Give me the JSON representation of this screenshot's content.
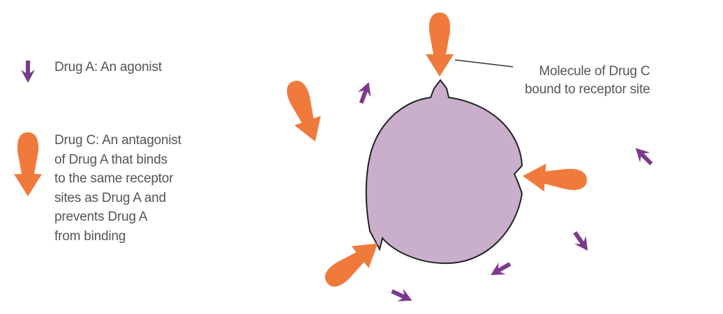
{
  "legend": {
    "drug_a": "Drug A: An agonist",
    "drug_c": "Drug C: An antagonist\n  of Drug A that binds\n  to the same receptor\n  sites as Drug A and\n  prevents Drug A\n  from binding"
  },
  "callout": {
    "text": "Molecule of Drug C\n    bound to receptor site"
  },
  "colors": {
    "agonist": "#7b3a8e",
    "antagonist": "#f07a3c",
    "cell_fill": "#c9afcc",
    "cell_stroke": "#222222",
    "leader_line": "#333333"
  }
}
